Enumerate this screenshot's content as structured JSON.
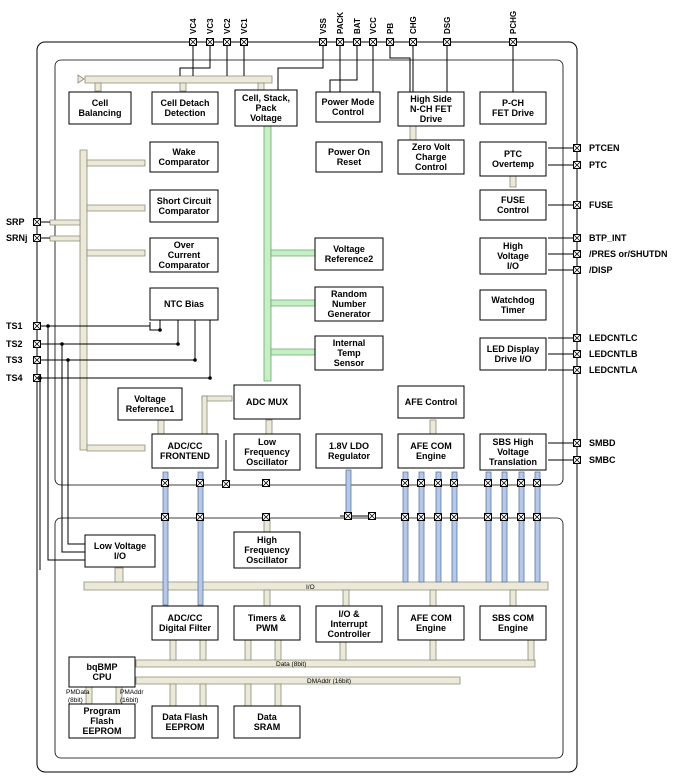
{
  "top_pins": [
    "VC4",
    "VC3",
    "VC2",
    "VC1",
    "VSS",
    "PACK",
    "BAT",
    "VCC",
    "PB",
    "CHG",
    "DSG",
    "PCHG"
  ],
  "left_pins": [
    "SRP",
    "SRNj",
    "TS1",
    "TS2",
    "TS3",
    "TS4"
  ],
  "right_pins": [
    "PTCEN",
    "PTC",
    "FUSE",
    "BTP_INT",
    "/PRES or/SHUTDN",
    "/DISP",
    "LEDCNTLC",
    "LEDCNTLB",
    "LEDCNTLA",
    "SMBD",
    "SMBC"
  ],
  "blocks": {
    "cell_balancing": [
      "Cell",
      "Balancing"
    ],
    "cell_detach": [
      "Cell Detach",
      "Detection"
    ],
    "cell_stack": [
      "Cell, Stack,",
      "Pack",
      "Voltage"
    ],
    "power_mode": [
      "Power Mode",
      "Control"
    ],
    "high_side": [
      "High Side",
      "N-CH FET",
      "Drive"
    ],
    "pch_fet": [
      "P-CH",
      "FET Drive"
    ],
    "wake": [
      "Wake",
      "Comparator"
    ],
    "short_circuit": [
      "Short Circuit",
      "Comparator"
    ],
    "over_current": [
      "Over",
      "Current",
      "Comparator"
    ],
    "ntc_bias": [
      "NTC Bias"
    ],
    "power_on_reset": [
      "Power On",
      "Reset"
    ],
    "zero_volt": [
      "Zero Volt",
      "Charge",
      "Control"
    ],
    "ptc_overtemp": [
      "PTC",
      "Overtemp"
    ],
    "fuse_control": [
      "FUSE",
      "Control"
    ],
    "high_voltage_io": [
      "High",
      "Voltage",
      "I/O"
    ],
    "voltage_ref2": [
      "Voltage",
      "Reference2"
    ],
    "random_number": [
      "Random",
      "Number",
      "Generator"
    ],
    "internal_temp": [
      "Internal",
      "Temp",
      "Sensor"
    ],
    "watchdog": [
      "Watchdog",
      "Timer"
    ],
    "led_display": [
      "LED Display",
      "Drive I/O"
    ],
    "voltage_ref1": [
      "Voltage",
      "Reference1"
    ],
    "adc_mux": [
      "ADC MUX"
    ],
    "afe_control": [
      "AFE Control"
    ],
    "adc_frontend": [
      "ADC/CC",
      "FRONTEND"
    ],
    "low_freq_osc": [
      "Low",
      "Frequency",
      "Oscillator"
    ],
    "ldo": [
      "1.8V LDO",
      "Regulator"
    ],
    "afe_com_engine_top": [
      "AFE COM",
      "Engine"
    ],
    "sbs_high_voltage": [
      "SBS High",
      "Voltage",
      "Translation"
    ],
    "low_voltage_io": [
      "Low Voltage",
      "I/O"
    ],
    "high_freq_osc": [
      "High",
      "Frequency",
      "Oscillator"
    ],
    "adc_digital_filter": [
      "ADC/CC",
      "Digital Filter"
    ],
    "timers_pwm": [
      "Timers &",
      "PWM"
    ],
    "interrupt_controller": [
      "I/O &",
      "Interrupt",
      "Controller"
    ],
    "afe_com_engine_bottom": [
      "AFE COM",
      "Engine"
    ],
    "sbs_com_engine": [
      "SBS COM",
      "Engine"
    ],
    "cpu": [
      "bqBMP",
      "CPU"
    ],
    "program_flash": [
      "Program",
      "Flash",
      "EEPROM"
    ],
    "data_flash": [
      "Data Flash",
      "EEPROM"
    ],
    "data_sram": [
      "Data",
      "SRAM"
    ]
  },
  "bus_labels": {
    "io": "I/O",
    "data": "Data (8bit)",
    "dmaddr": "DMAddr (16bit)",
    "pmdata": [
      "PMData",
      "(8bit)"
    ],
    "pmaddr": [
      "PMAddr",
      "(16bit)"
    ]
  }
}
